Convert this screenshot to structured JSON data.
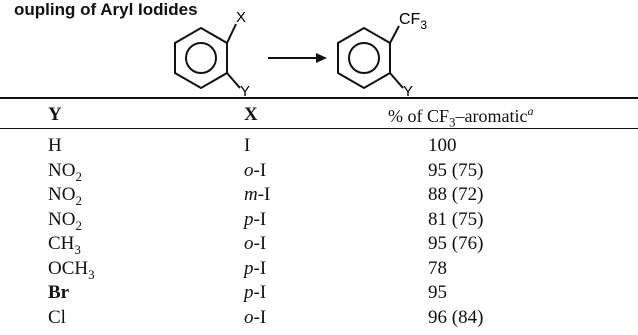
{
  "heading": "oupling of Aryl Iodides",
  "scheme": {
    "substituent_x": "X",
    "substituent_y": "Y",
    "substituent_cf3_text": "CF",
    "substituent_cf3_sub": "3"
  },
  "table": {
    "headers": {
      "y": "Y",
      "x": "X",
      "pct_prefix": "% of CF",
      "pct_sub": "3",
      "pct_suffix": "–aromatic",
      "pct_note": "a"
    },
    "rows": [
      {
        "y_base": "H",
        "y_sub": "",
        "x_pos": "",
        "x_hal": "I",
        "pct": "100"
      },
      {
        "y_base": "NO",
        "y_sub": "2",
        "x_pos": "o",
        "x_hal": "-I",
        "pct": "95 (75)"
      },
      {
        "y_base": "NO",
        "y_sub": "2",
        "x_pos": "m",
        "x_hal": "-I",
        "pct": "88 (72)"
      },
      {
        "y_base": "NO",
        "y_sub": "2",
        "x_pos": "p",
        "x_hal": "-I",
        "pct": "81 (75)"
      },
      {
        "y_base": "CH",
        "y_sub": "3",
        "x_pos": "o",
        "x_hal": "-I",
        "pct": "95 (76)"
      },
      {
        "y_base": "OCH",
        "y_sub": "3",
        "x_pos": "p",
        "x_hal": "-I",
        "pct": "78"
      },
      {
        "y_base": "Br",
        "y_sub": "",
        "x_pos": "p",
        "x_hal": "-I",
        "pct": "95"
      },
      {
        "y_base": "Cl",
        "y_sub": "",
        "x_pos": "o",
        "x_hal": "-I",
        "pct": "96 (84)"
      }
    ]
  }
}
